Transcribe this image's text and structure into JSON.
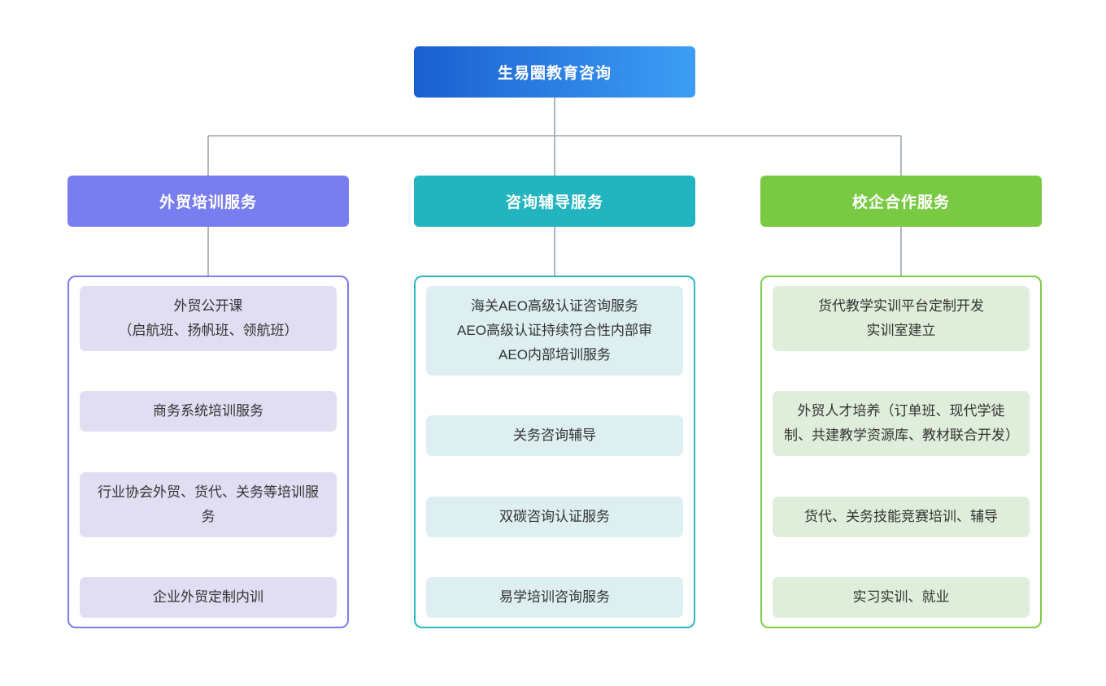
{
  "diagram": {
    "title": "生易圈教育咨询 组织架构图",
    "type": "org-chart",
    "background": "#ffffff",
    "connector_color": "#9aa4b0"
  },
  "root": {
    "label": "生易圈教育咨询",
    "gradient_from": "#1a5fd0",
    "gradient_to": "#3d9ef5",
    "text_color": "#ffffff"
  },
  "branches": [
    {
      "id": "foreign-trade-training",
      "label": "外贸培训服务",
      "header_color": "#787df0",
      "border_color": "#7b7ef0",
      "card_color": "#e1def3",
      "items": [
        {
          "label": "外贸公开课\n（启航班、扬帆班、领航班）"
        },
        {
          "label": "商务系统培训服务"
        },
        {
          "label": "行业协会外贸、货代、关务等培训服务"
        },
        {
          "label": "企业外贸定制内训"
        }
      ]
    },
    {
      "id": "consulting-tutoring",
      "label": "咨询辅导服务",
      "header_color": "#22b5c0",
      "border_color": "#29b8c4",
      "card_color": "#ddeff1",
      "items": [
        {
          "label": "海关AEO高级认证咨询服务\nAEO高级认证持续符合性内部审\nAEO内部培训服务"
        },
        {
          "label": "关务咨询辅导"
        },
        {
          "label": "双碳咨询认证服务"
        },
        {
          "label": "易学培训咨询服务"
        }
      ]
    },
    {
      "id": "school-enterprise-cooperation",
      "label": "校企合作服务",
      "header_color": "#7ac943",
      "border_color": "#7ace4a",
      "card_color": "#dfeeda",
      "items": [
        {
          "label": "货代教学实训平台定制开发\n实训室建立"
        },
        {
          "label": "外贸人才培养（订单班、现代学徒制、共建教学资源库、教材联合开发）"
        },
        {
          "label": "货代、关务技能竞赛培训、辅导"
        },
        {
          "label": "实习实训、就业"
        }
      ]
    }
  ]
}
